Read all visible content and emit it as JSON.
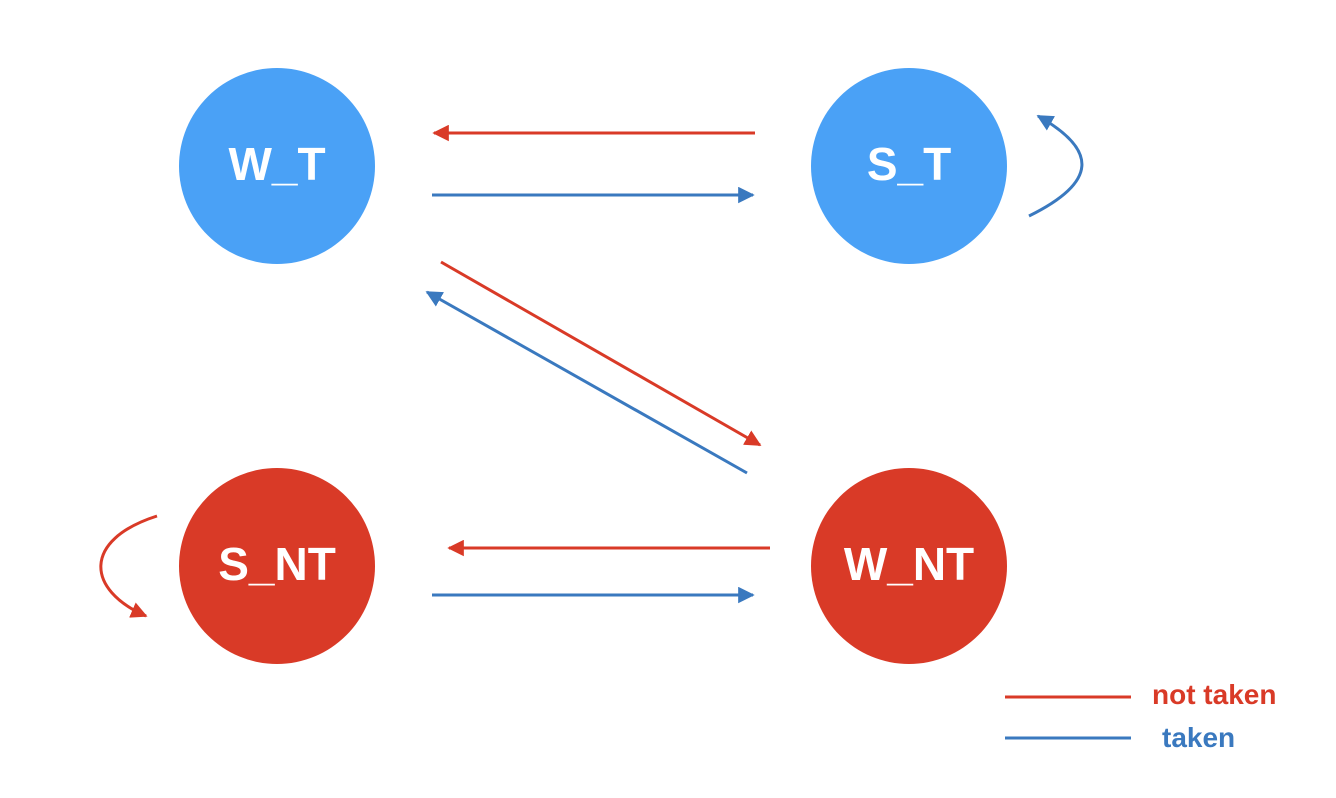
{
  "colors": {
    "taken": "#3a79bf",
    "not_taken": "#d93a27",
    "taken_state": "#4aa1f6",
    "not_taken_state": "#d93a27",
    "state_text": "#ffffff"
  },
  "states": {
    "w_t": "W_T",
    "s_t": "S_T",
    "s_nt": "S_NT",
    "w_nt": "W_NT"
  },
  "transitions": [
    {
      "from": "S_T",
      "to": "W_T",
      "kind": "not taken"
    },
    {
      "from": "W_T",
      "to": "S_T",
      "kind": "taken"
    },
    {
      "from": "S_T",
      "to": "S_T",
      "kind": "taken"
    },
    {
      "from": "W_T",
      "to": "W_NT",
      "kind": "not taken"
    },
    {
      "from": "W_NT",
      "to": "W_T",
      "kind": "taken"
    },
    {
      "from": "W_NT",
      "to": "S_NT",
      "kind": "not taken"
    },
    {
      "from": "S_NT",
      "to": "W_NT",
      "kind": "taken"
    },
    {
      "from": "S_NT",
      "to": "S_NT",
      "kind": "not taken"
    }
  ],
  "legend": {
    "not_taken": "not taken",
    "taken": "taken"
  }
}
